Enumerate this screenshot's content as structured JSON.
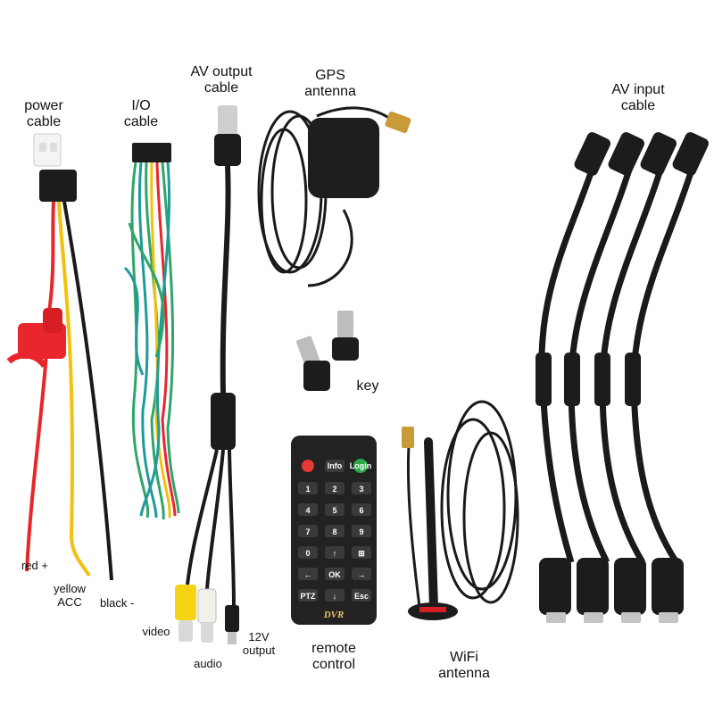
{
  "labels": {
    "power_cable": [
      "power",
      "cable"
    ],
    "io_cable": [
      "I/O",
      "cable"
    ],
    "av_output_cable": [
      "AV output",
      "cable"
    ],
    "gps_antenna": [
      "GPS",
      "antenna"
    ],
    "av_input_cable": [
      "AV input",
      "cable"
    ],
    "key": "key",
    "red": "red +",
    "yellow": [
      "yellow",
      "ACC"
    ],
    "black": "black -",
    "video": "video",
    "audio": "audio",
    "output_12v": [
      "12V",
      "output"
    ],
    "remote_control": [
      "remote",
      "control"
    ],
    "wifi_antenna": [
      "WiFi",
      "antenna"
    ]
  },
  "remote": {
    "top_keys": [
      "",
      "Info",
      "Login"
    ],
    "number_keys": [
      "1",
      "2",
      "3",
      "4",
      "5",
      "6",
      "7",
      "8",
      "9",
      "0"
    ],
    "nav_keys": {
      "ok": "OK",
      "ptz": "PTZ",
      "esc": "Esc"
    },
    "brand": "DVR"
  },
  "colors": {
    "cable_black": "#1a1a1a",
    "wire_red": "#e8262b",
    "wire_yellow": "#f2c10e",
    "wire_green": "#2fa56a",
    "wire_teal": "#1f9a9a",
    "rca_yellow": "#f5d315",
    "rca_white": "#f1f1ec",
    "power_button_red": "#e53935",
    "login_button_green": "#2aa84a"
  }
}
